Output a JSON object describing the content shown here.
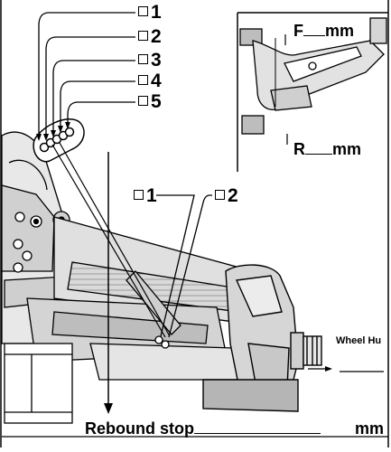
{
  "hole_options": {
    "h1": "1",
    "h2": "2",
    "h3": "3",
    "h4": "4",
    "h5": "5"
  },
  "lower_options": {
    "l1": "1",
    "l2": "2"
  },
  "inset": {
    "front_letter": "F",
    "front_unit": "mm",
    "rear_letter": "R",
    "rear_unit": "mm"
  },
  "wheel_hub_label": "Wheel Hu",
  "rebound": {
    "label": "Rebound stop",
    "unit": "mm"
  }
}
